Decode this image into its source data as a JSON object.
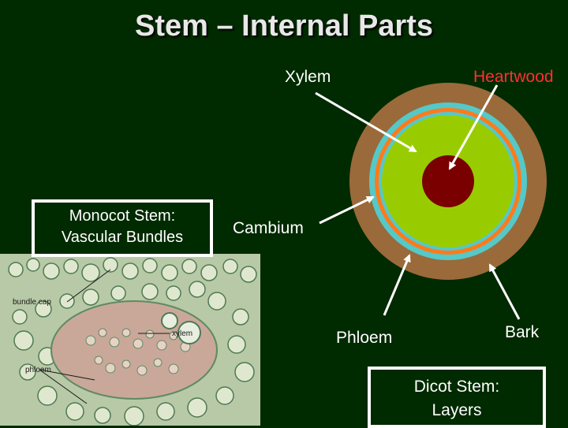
{
  "title": "Stem – Internal Parts",
  "labels": {
    "xylem": "Xylem",
    "heartwood": "Heartwood",
    "cambium": "Cambium",
    "phloem": "Phloem",
    "bark": "Bark"
  },
  "boxes": {
    "monocot_line1": "Monocot Stem:",
    "monocot_line2": "Vascular Bundles",
    "dicot_line1": "Dicot Stem:",
    "dicot_line2": "Layers"
  },
  "micrograph": {
    "bundle_cap": "bundle cap",
    "xylem": "xylem",
    "phloem": "phloem"
  },
  "colors": {
    "background": "#002a00",
    "bark": "#9a6a3a",
    "phloem_ring": "#55c8c8",
    "cambium_ring": "#ff7a1a",
    "xylem": "#99cc00",
    "heartwood": "#7a0000"
  }
}
